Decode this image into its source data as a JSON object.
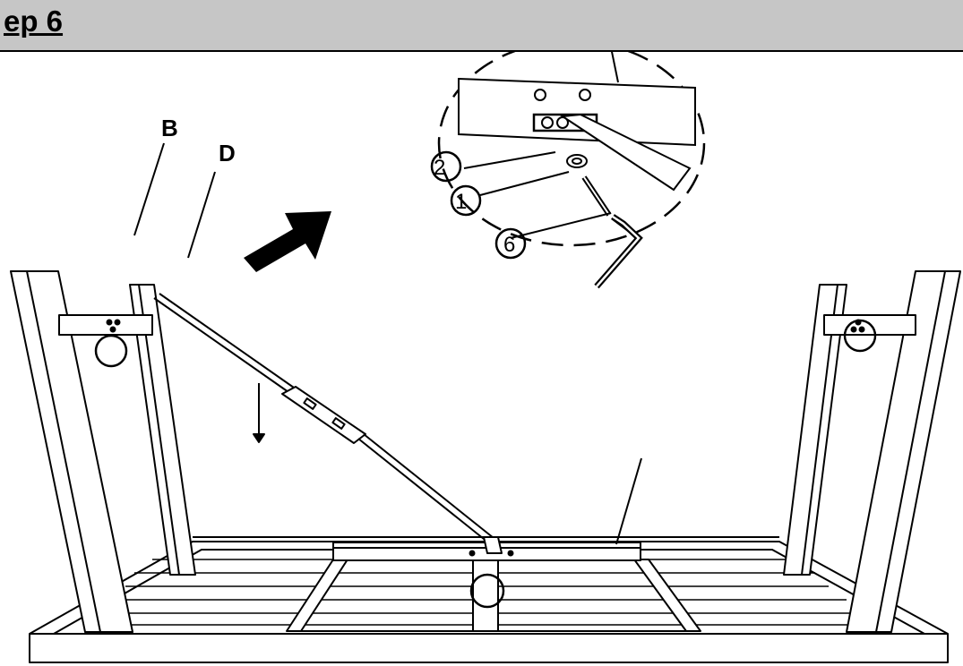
{
  "header": {
    "title": "ep 6"
  },
  "labels": {
    "part_b": "B",
    "part_d": "D"
  },
  "callouts": {
    "c2": "2",
    "c1": "1",
    "c6": "6"
  },
  "colors": {
    "header_bg": "#c6c6c6",
    "line": "#000000"
  }
}
